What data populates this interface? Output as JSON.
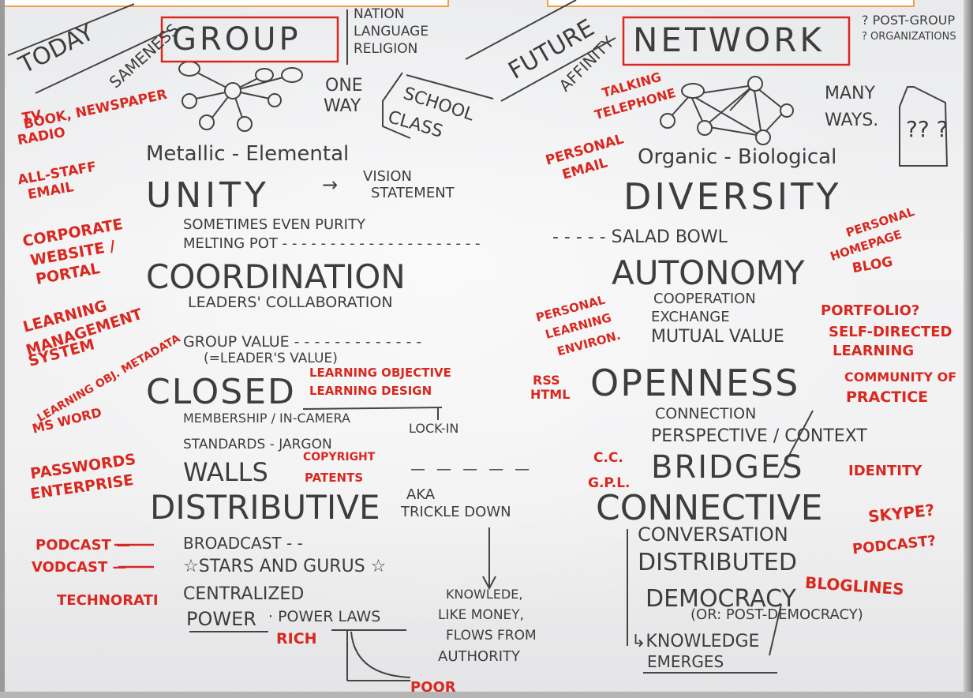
{
  "header": {
    "today": "TODAY",
    "sameness": "SAMENESS",
    "group": "GROUP",
    "nation": "NATION",
    "language": "LANGUAGE",
    "religion": "RELIGION",
    "future": "FUTURE",
    "affinity": "AFFINITY",
    "network": "NETWORK",
    "post_group_1": "? POST-GROUP",
    "post_group_2": "? ORGANIZATIONS"
  },
  "diagrams": {
    "one_way_1": "ONE",
    "one_way_2": "WAY",
    "school": "SCHOOL",
    "class": "CLASS",
    "many_ways_1": "MANY",
    "many_ways_2": "WAYS.",
    "question_marks": "?? ?"
  },
  "left_red": {
    "tv": "TV",
    "radio": "RADIO",
    "book": "BOOK, NEWSPAPER",
    "all_staff_1": "ALL-STAFF",
    "all_staff_2": "EMAIL",
    "corp_1": "CORPORATE",
    "corp_2": "WEBSITE /",
    "corp_3": "PORTAL",
    "lms_1": "LEARNING",
    "lms_2": "MANAGEMENT",
    "lms_3": "SYSTEM",
    "lom": "LEARNING OBJ. METADATA",
    "msword": "MS WORD",
    "pw_1": "PASSWORDS",
    "pw_2": "ENTERPRISE",
    "podcast": "PODCAST —",
    "vodcast": "VODCAST —",
    "technorati": "TECHNORATI"
  },
  "left_black": {
    "metallic": "Metallic - Elemental",
    "unity": "UNITY",
    "arrow": "→",
    "vision_1": "VISION",
    "vision_2": "STATEMENT",
    "sometimes": "SOMETIMES EVEN  PURITY",
    "melting": "MELTING POT  - - - - - - - - - - - - - - - - - - - - -",
    "coordination": "COORDINATION",
    "leaders": "LEADERS' COLLABORATION",
    "group_value": "GROUP VALUE  - - - - - - - - - - - - -",
    "leaders_value": "(=LEADER'S VALUE)",
    "closed": "CLOSED",
    "membership": "MEMBERSHIP / IN-CAMERA",
    "lockin": "LOCK-IN",
    "standards": "STANDARDS - JARGON",
    "walls": "WALLS",
    "walls_dashes": "— — — — —",
    "distributive": "DISTRIBUTIVE",
    "aka_1": "AKA",
    "aka_2": "TRICKLE DOWN",
    "broadcast": "BROADCAST  -  -",
    "stars": "☆STARS AND GURUS ☆",
    "centralized": "CENTRALIZED",
    "power": "POWER",
    "power_laws": "· POWER LAWS",
    "know_1": "KNOWLEDE,",
    "know_2": "LIKE MONEY,",
    "know_3": "FLOWS FROM",
    "know_4": "AUTHORITY"
  },
  "center_red": {
    "lo_1": "LEARNING OBJECTIVE",
    "lo_2": "LEARNING DESIGN",
    "copyright_1": "COPYRIGHT",
    "copyright_2": "PATENTS",
    "rich": "RICH",
    "poor": "POOR"
  },
  "right_red": {
    "talking_1": "TALKING",
    "talking_2": "TELEPHONE",
    "pemail_1": "PERSONAL",
    "pemail_2": "EMAIL",
    "ple_1": "PERSONAL",
    "ple_2": "LEARNING",
    "ple_3": "ENVIRON.",
    "rss": "RSS",
    "html": "HTML",
    "cc": "C.C.",
    "gpl": "G.P.L.",
    "homepage_1": "PERSONAL",
    "homepage_2": "HOMEPAGE",
    "homepage_3": "BLOG",
    "portfolio": "PORTFOLIO?",
    "sdl_1": "SELF-DIRECTED",
    "sdl_2": "LEARNING",
    "cop_1": "COMMUNITY OF",
    "cop_2": "PRACTICE",
    "identity": "IDENTITY",
    "skype": "SKYPE?",
    "podcast": "PODCAST?",
    "bloglines": "BLOGLINES"
  },
  "right_black": {
    "organic": "Organic - Biological",
    "diversity": "DIVERSITY",
    "salad": "- - - - - SALAD BOWL",
    "autonomy": "AUTONOMY",
    "coop": "COOPERATION",
    "exchange": "EXCHANGE",
    "mutual": "MUTUAL  VALUE",
    "openness": "OPENNESS",
    "connection": "CONNECTION",
    "perspective": "PERSPECTIVE / CONTEXT",
    "bridges": "BRIDGES",
    "connective": "CONNECTIVE",
    "conversation": "CONVERSATION",
    "distributed": "DISTRIBUTED",
    "democracy": "DEMOCRACY",
    "post_democracy": "(OR: POST-DEMOCRACY)",
    "knowledge": "↳KNOWLEDGE",
    "emerges": "EMERGES"
  }
}
